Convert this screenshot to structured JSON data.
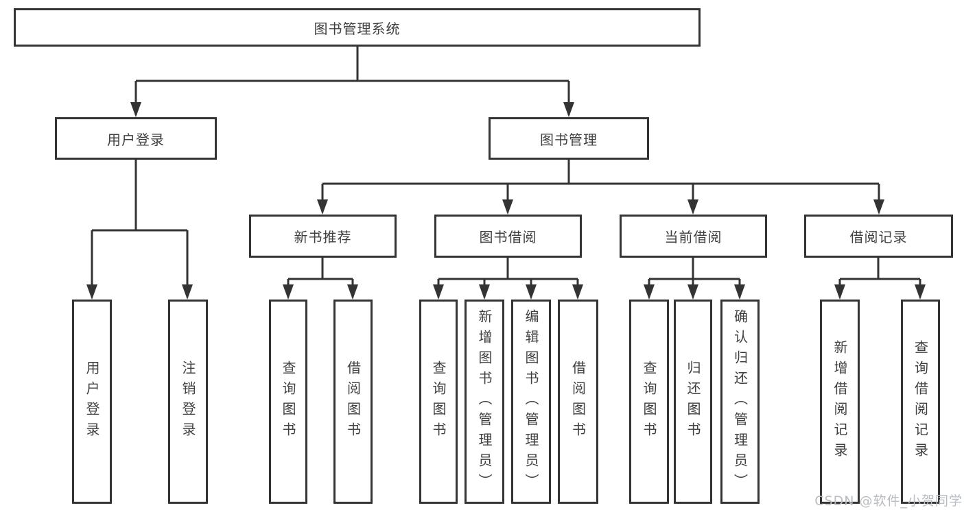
{
  "diagram_title": "图书管理系统",
  "nodes": {
    "root": "图书管理系统",
    "user_login": "用户登录",
    "book_management": "图书管理",
    "user_login_leaf": "用户登录",
    "logout_leaf": "注销登录",
    "new_book_recommend": "新书推荐",
    "book_borrow": "图书借阅",
    "current_borrow": "当前借阅",
    "borrow_record": "借阅记录",
    "nb_query_book": "查询图书",
    "nb_borrow_book": "借阅图书",
    "bb_query_book": "查询图书",
    "bb_add_book": "新增图书（管理员）",
    "bb_edit_book": "编辑图书（管理员）",
    "bb_borrow_book": "借阅图书",
    "cb_query_book": "查询图书",
    "cb_return_book": "归还图书",
    "cb_confirm_return": "确认归还（管理员）",
    "br_add_record": "新增借阅记录",
    "br_query_record": "查询借阅记录"
  },
  "watermark": "CSDN @软件_小贺同学",
  "colors": {
    "line": "#333333",
    "text": "#3f3f3f",
    "box_bg": "#ffffff",
    "watermark": "#b9bcc0"
  }
}
